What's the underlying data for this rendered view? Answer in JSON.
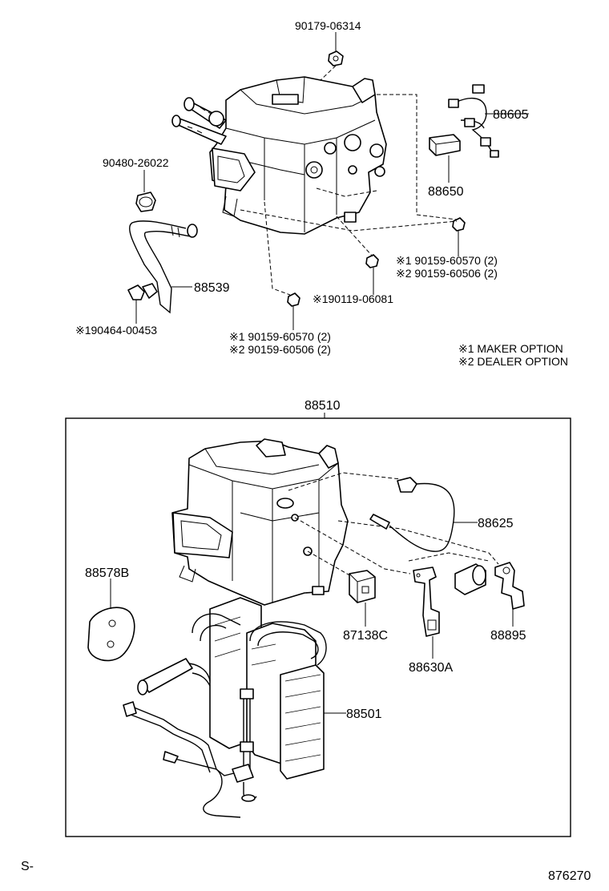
{
  "labels": {
    "p90179": "90179-06314",
    "p88605": "88605",
    "p90480": "90480-26022",
    "p88650": "88650",
    "p88539": "88539",
    "p90464": "※190464-00453",
    "p90119": "※190119-06081",
    "opt_right_1": "※1 90159-60570 (2)",
    "opt_right_2": "※2 90159-60506 (2)",
    "opt_bottom_1": "※1 90159-60570 (2)",
    "opt_bottom_2": "※2 90159-60506 (2)",
    "legend_1": "※1 MAKER OPTION",
    "legend_2": "※2 DEALER OPTION",
    "p88510": "88510",
    "p88625": "88625",
    "p88578b": "88578B",
    "p87138c": "87138C",
    "p88895": "88895",
    "p88630a": "88630A",
    "p88501": "88501",
    "corner_left": "S-",
    "corner_right": "876270"
  }
}
